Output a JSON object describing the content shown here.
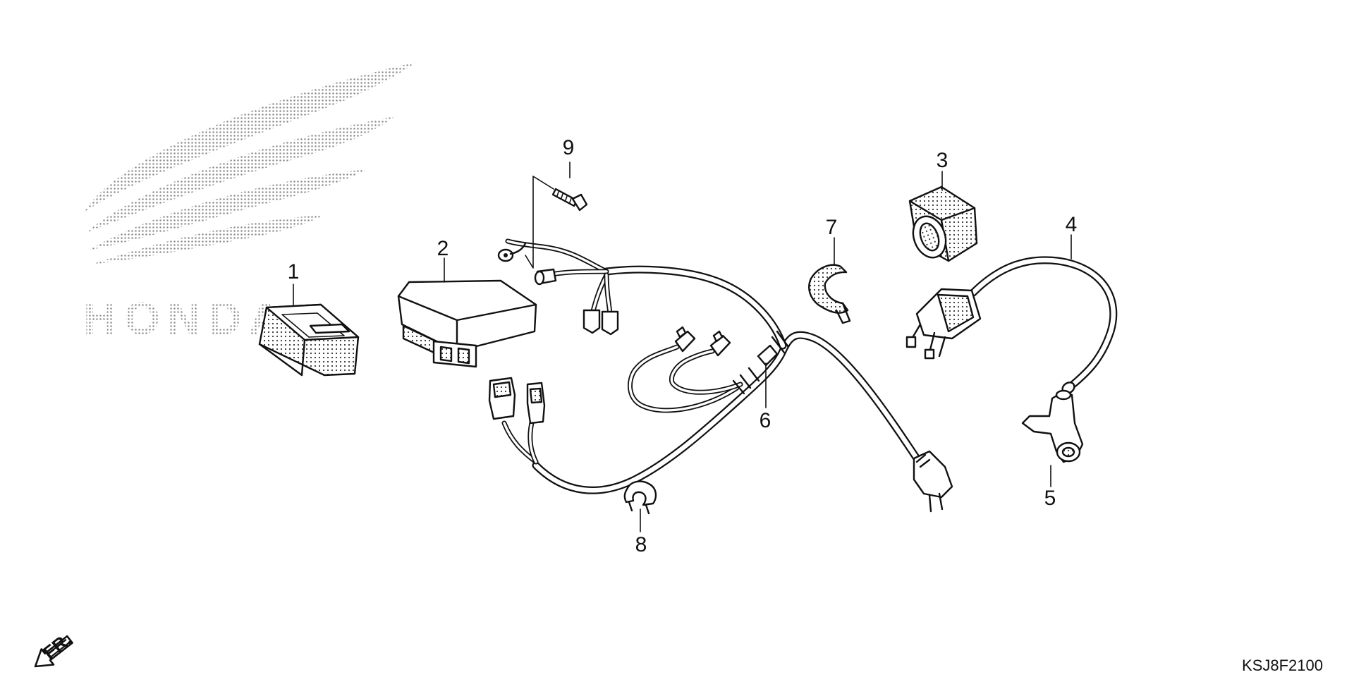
{
  "watermark": {
    "text": "HONDA",
    "type": "logo-watermark",
    "color": "#9a9a9a"
  },
  "callouts": [
    {
      "id": "1",
      "label": "1"
    },
    {
      "id": "2",
      "label": "2"
    },
    {
      "id": "3",
      "label": "3"
    },
    {
      "id": "4",
      "label": "4"
    },
    {
      "id": "5",
      "label": "5"
    },
    {
      "id": "6",
      "label": "6"
    },
    {
      "id": "7",
      "label": "7"
    },
    {
      "id": "8",
      "label": "8"
    },
    {
      "id": "9",
      "label": "9"
    }
  ],
  "direction_marker": {
    "label": "FR.",
    "icon": "front-arrow-icon"
  },
  "diagram_code": "KSJ8F2100",
  "colors": {
    "ink": "#111111",
    "background": "#ffffff",
    "watermark": "#9a9a9a"
  }
}
